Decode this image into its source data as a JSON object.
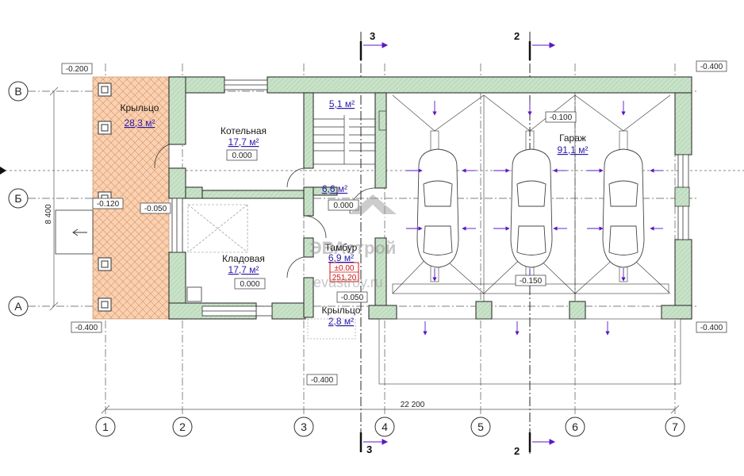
{
  "axes_letters": [
    "В",
    "Б",
    "А"
  ],
  "axes_numbers": [
    "1",
    "2",
    "3",
    "4",
    "5",
    "6",
    "7"
  ],
  "sections": {
    "top_left": "3",
    "top_right": "2",
    "bottom_left": "3",
    "bottom_right": "2"
  },
  "dimensions": {
    "height": "8 400",
    "width": "22 200"
  },
  "rooms": {
    "porch_big": {
      "name": "Крыльцо",
      "area": "28,3 м²"
    },
    "boiler": {
      "name": "Котельная",
      "area": "17,7 м²",
      "level": "0.000"
    },
    "stair": {
      "area": "5,1 м²"
    },
    "hall": {
      "area": "6,6 м²",
      "level": "0.000"
    },
    "storage": {
      "name": "Кладовая",
      "area": "17,7 м²",
      "level": "0.000"
    },
    "vestibule": {
      "name": "Тамбур",
      "area": "6,9 м²",
      "level1": "±0.00",
      "level2": "251,20"
    },
    "porch_small": {
      "name": "Крыльцо",
      "area": "2,8 м²"
    },
    "garage": {
      "name": "Гараж",
      "area": "91,1 м²",
      "level": "-0.100"
    }
  },
  "levels": {
    "top_left": "-0.200",
    "top_right": "-0.400",
    "left_mid": "-0.120",
    "left_mid2": "-0.050",
    "bottom_left": "-0.400",
    "bottom_right": "-0.400",
    "bottom_mid": "-0.400",
    "porch_small": "-0.050",
    "garage_front": "-0.150"
  },
  "watermark": {
    "line1": "ЭВАстрой",
    "line2": "evastroy.ru"
  },
  "colors": {
    "wall": "#c8e2c8",
    "porch": "#f6c9a6",
    "area": "#2a1aa8",
    "level_red": "#d01010",
    "accent": "#5b17c4"
  }
}
